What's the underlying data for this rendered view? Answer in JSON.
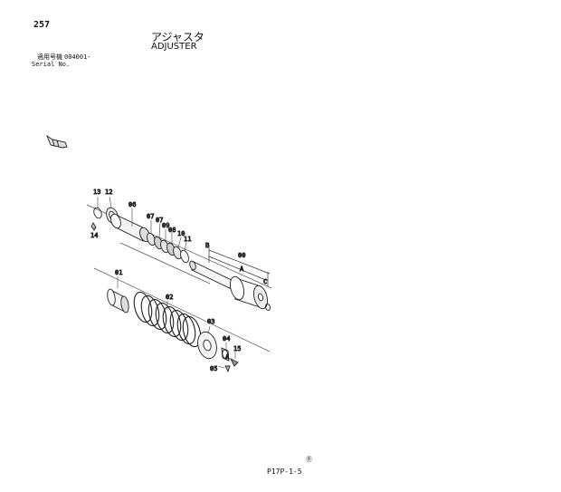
{
  "header": {
    "page_number": "257",
    "title_jp": "アジャスタ",
    "title_en": "ADJUSTER",
    "applicable_label": "適用号機",
    "serial_value": "004001-",
    "serial_label": "Serial No."
  },
  "callouts": {
    "p01": "01",
    "p02": "02",
    "p03": "03",
    "p04": "04",
    "p05": "05",
    "p06": "06",
    "p07a": "07",
    "p07b": "07",
    "p08": "08",
    "p09": "09",
    "p10": "10",
    "p11": "11",
    "p12": "12",
    "p13": "13",
    "p14": "14",
    "p15": "15",
    "p00": "00",
    "A": "A",
    "A2": "A",
    "B": "B",
    "C": "C"
  },
  "footer": {
    "drawing_code": "P17P-1-5",
    "registered_mark": "Ⓡ"
  }
}
